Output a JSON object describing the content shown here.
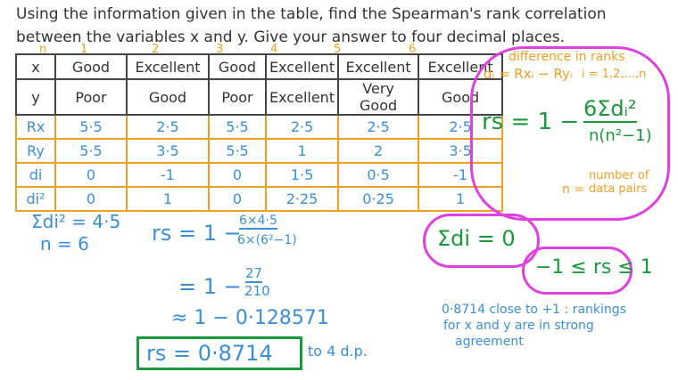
{
  "question": [
    "Using the information given in the table, find the Spearman's rank correlation",
    "between the variables x and y. Give your answer to four decimal places."
  ],
  "column_indices": [
    "n",
    "1",
    "2",
    "3",
    "4",
    "5",
    "6"
  ],
  "table": {
    "rows": [
      {
        "label": "x",
        "cells": [
          "Good",
          "Excellent",
          "Good",
          "Excellent",
          "Excellent",
          "Excellent"
        ]
      },
      {
        "label": "y",
        "cells": [
          "Poor",
          "Good",
          "Poor",
          "Excellent",
          "Very Good",
          "Good"
        ]
      },
      {
        "label": "Rx",
        "cells": [
          "5·5",
          "2·5",
          "5·5",
          "2·5",
          "2·5",
          "2·5"
        ]
      },
      {
        "label": "Ry",
        "cells": [
          "5·5",
          "3·5",
          "5·5",
          "1",
          "2",
          "3·5"
        ]
      },
      {
        "label": "di",
        "cells": [
          "0",
          "-1",
          "0",
          "1·5",
          "0·5",
          "-1"
        ]
      },
      {
        "label": "di²",
        "cells": [
          "0",
          "1",
          "0",
          "2·25",
          "0·25",
          "1"
        ]
      }
    ]
  },
  "formula_cloud": {
    "di_def_label": "difference in ranks",
    "di_def": "dᵢ = Rxᵢ − Ryᵢ",
    "i_range": "i = 1,2,...,n",
    "formula_lhs": "rs = 1 −",
    "formula_num": "6Σdᵢ²",
    "formula_den": "n(n²−1)",
    "n_def": "n =",
    "n_label": [
      "number of",
      "data pairs"
    ]
  },
  "sum_di_note": "Σdi = 0",
  "range_note": "−1 ≤ rs ≤ 1",
  "work": {
    "sum_di2": "Σdi² = 4·5",
    "n": "n = 6",
    "step1_lhs": "rs = 1 −",
    "step1_num": "6×4·5",
    "step1_den": "6×(6²−1)",
    "step2_lhs": "= 1 −",
    "step2_num": "27",
    "step2_den": "210",
    "step3": "≈ 1 − 0·128571",
    "answer": "rs = 0·8714",
    "answer_suffix": "to 4 d.p."
  },
  "conclusion": [
    "0·8714 close to +1 : rankings",
    "for x and y are in strong",
    "agreement"
  ],
  "colors": {
    "blue": "#3a8fd8",
    "orange": "#f0a020",
    "green": "#1a9a3a",
    "pink": "#e040e0"
  }
}
